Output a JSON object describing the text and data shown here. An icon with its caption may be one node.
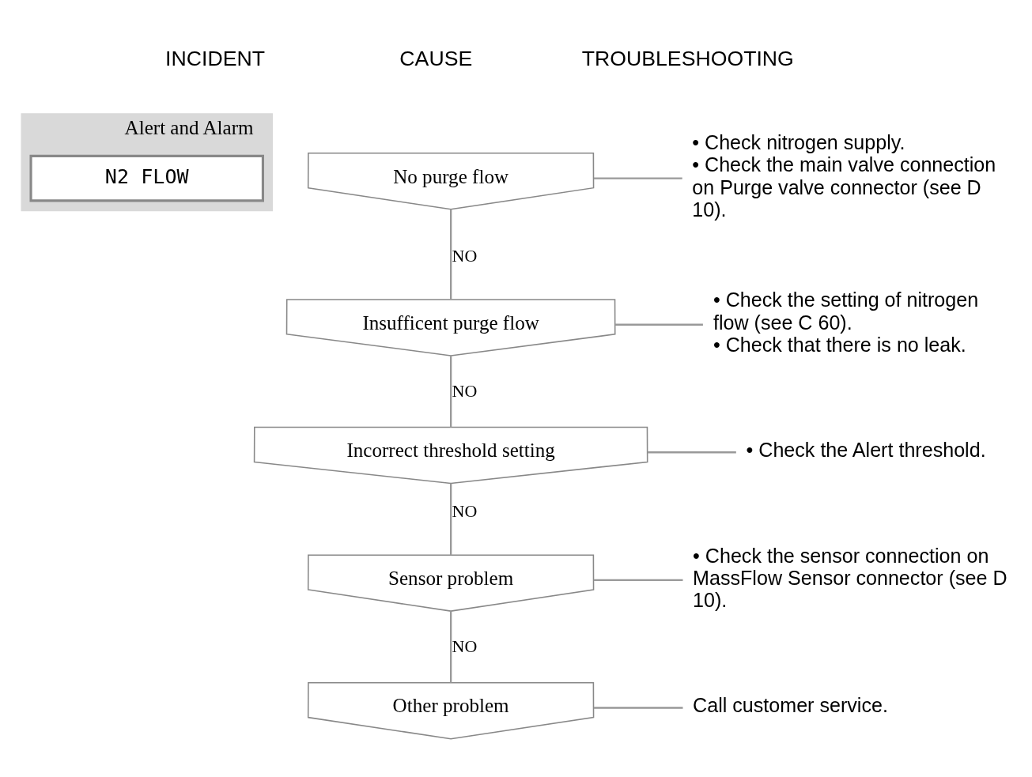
{
  "diagram": {
    "nodes": [
      {
        "text": [
          "Alert and Alarm"
        ]
      },
      {
        "text": [
          "N2 FLOW"
        ],
        "in": 0
      },
      {
        "text": [
          "No purge flow"
        ]
      },
      {
        "text": [
          "Insufficent purge flow"
        ]
      },
      {
        "text": [
          "Incorrect threshold setting"
        ]
      },
      {
        "text": [
          "Sensor problem"
        ]
      },
      {
        "text": [
          "Other problem"
        ]
      },
      {
        "text": [
          "• Check nitrogen supply.",
          "• Check the main valve connection on Purge valve connector (see D 10)."
        ]
      },
      {
        "text": [
          "• Check the setting of nitrogen flow (see C 60).",
          "• Check that there is no leak."
        ]
      },
      {
        "text": [
          "• Check the Alert threshold."
        ]
      },
      {
        "text": [
          "• Check the sensor connection on MassFlow Sensor connector (see D 10)."
        ]
      },
      {
        "text": [
          "Call customer service."
        ]
      }
    ],
    "edges": [
      {
        "from": 2,
        "to": 3,
        "arrow": "none",
        "label": "NO"
      },
      {
        "from": 3,
        "to": 4,
        "arrow": "none",
        "label": "NO"
      },
      {
        "from": 4,
        "to": 5,
        "arrow": "none",
        "label": "NO"
      },
      {
        "from": 5,
        "to": 6,
        "arrow": "none",
        "label": "NO"
      },
      {
        "from": 2,
        "to": 7,
        "arrow": "none"
      },
      {
        "from": 3,
        "to": 8,
        "arrow": "none"
      },
      {
        "from": 4,
        "to": 9,
        "arrow": "none"
      },
      {
        "from": 5,
        "to": 10,
        "arrow": "none"
      },
      {
        "from": 6,
        "to": 11,
        "arrow": "none"
      }
    ],
    "labels": [
      "INCIDENT",
      "CAUSE",
      "TROUBLESHOOTING"
    ]
  }
}
